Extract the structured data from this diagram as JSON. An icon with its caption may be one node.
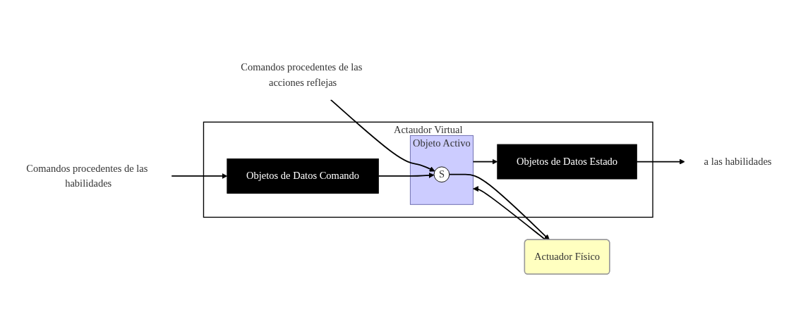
{
  "diagram": {
    "nodes": [
      {
        "text": [
          "Actaudor Virtual"
        ]
      },
      {
        "text": [
          "Comandos procedentes de las acciones reflejas"
        ]
      },
      {
        "text": [
          "Comandos procedentes de las habilidades"
        ]
      },
      {
        "text": [
          "Objetos de Datos Comando"
        ],
        "in": 0
      },
      {
        "text": [
          "Objeto Activo"
        ],
        "in": 0
      },
      {
        "text": [
          "S"
        ],
        "in": 4
      },
      {
        "text": [
          "Objetos de Datos Estado"
        ],
        "in": 0
      },
      {
        "text": [
          "Actuador Físico"
        ]
      },
      {
        "text": [
          "a las habilidades"
        ]
      }
    ],
    "edges": [
      {
        "from": 1,
        "to": 5,
        "arrow": "to"
      },
      {
        "from": 2,
        "to": 3,
        "arrow": "to"
      },
      {
        "from": 3,
        "to": 5,
        "arrow": "to"
      },
      {
        "from": 5,
        "to": 7,
        "arrow": "to"
      },
      {
        "from": 7,
        "to": 4,
        "arrow": "to"
      },
      {
        "from": 4,
        "to": 6,
        "arrow": "to"
      },
      {
        "from": 6,
        "to": 8,
        "arrow": "to"
      }
    ]
  }
}
